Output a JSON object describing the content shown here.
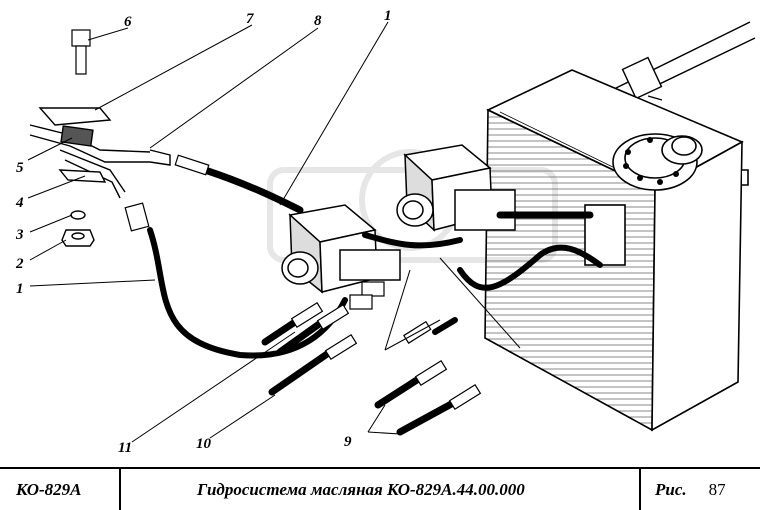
{
  "diagram": {
    "callouts": [
      {
        "id": "c6",
        "text": "6"
      },
      {
        "id": "c7",
        "text": "7"
      },
      {
        "id": "c8",
        "text": "8"
      },
      {
        "id": "c1top",
        "text": "1"
      },
      {
        "id": "c5",
        "text": "5"
      },
      {
        "id": "c4",
        "text": "4"
      },
      {
        "id": "c3",
        "text": "3"
      },
      {
        "id": "c2",
        "text": "2"
      },
      {
        "id": "c1left",
        "text": "1"
      },
      {
        "id": "c11",
        "text": "11"
      },
      {
        "id": "c10",
        "text": "10"
      },
      {
        "id": "c9",
        "text": "9"
      }
    ]
  },
  "title_block": {
    "model": "КО-829А",
    "title": "Гидросистема масляная КО-829А.44.00.000",
    "fig_label": "Рис.",
    "fig_number": "87"
  }
}
